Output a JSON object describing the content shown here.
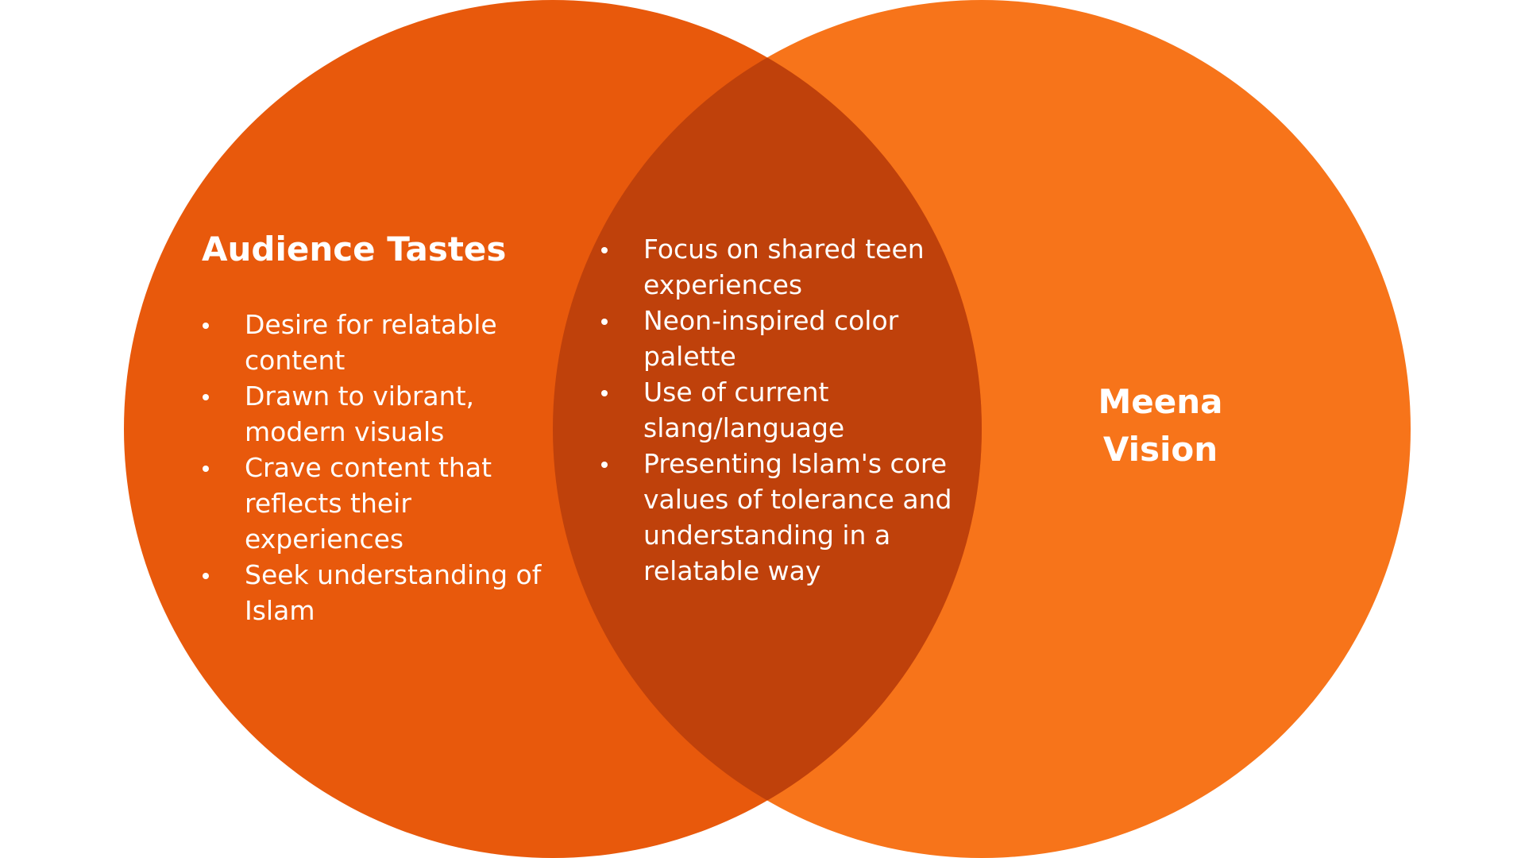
{
  "diagram": {
    "left_circle": {
      "title": "Audience Tastes",
      "color": "#e8590c",
      "items": [
        "Desire for relatable content",
        "Drawn to vibrant, modern visuals",
        "Crave content that reflects their experiences",
        "Seek understanding of Islam"
      ]
    },
    "right_circle": {
      "title": "Meena Vision",
      "color": "#f7741a"
    },
    "overlap": {
      "color": "#bf410b",
      "items": [
        "Focus on shared teen experiences",
        "Neon-inspired color palette",
        "Use of current slang/language",
        "Presenting Islam's core values of tolerance and understanding in a relatable way"
      ]
    }
  }
}
